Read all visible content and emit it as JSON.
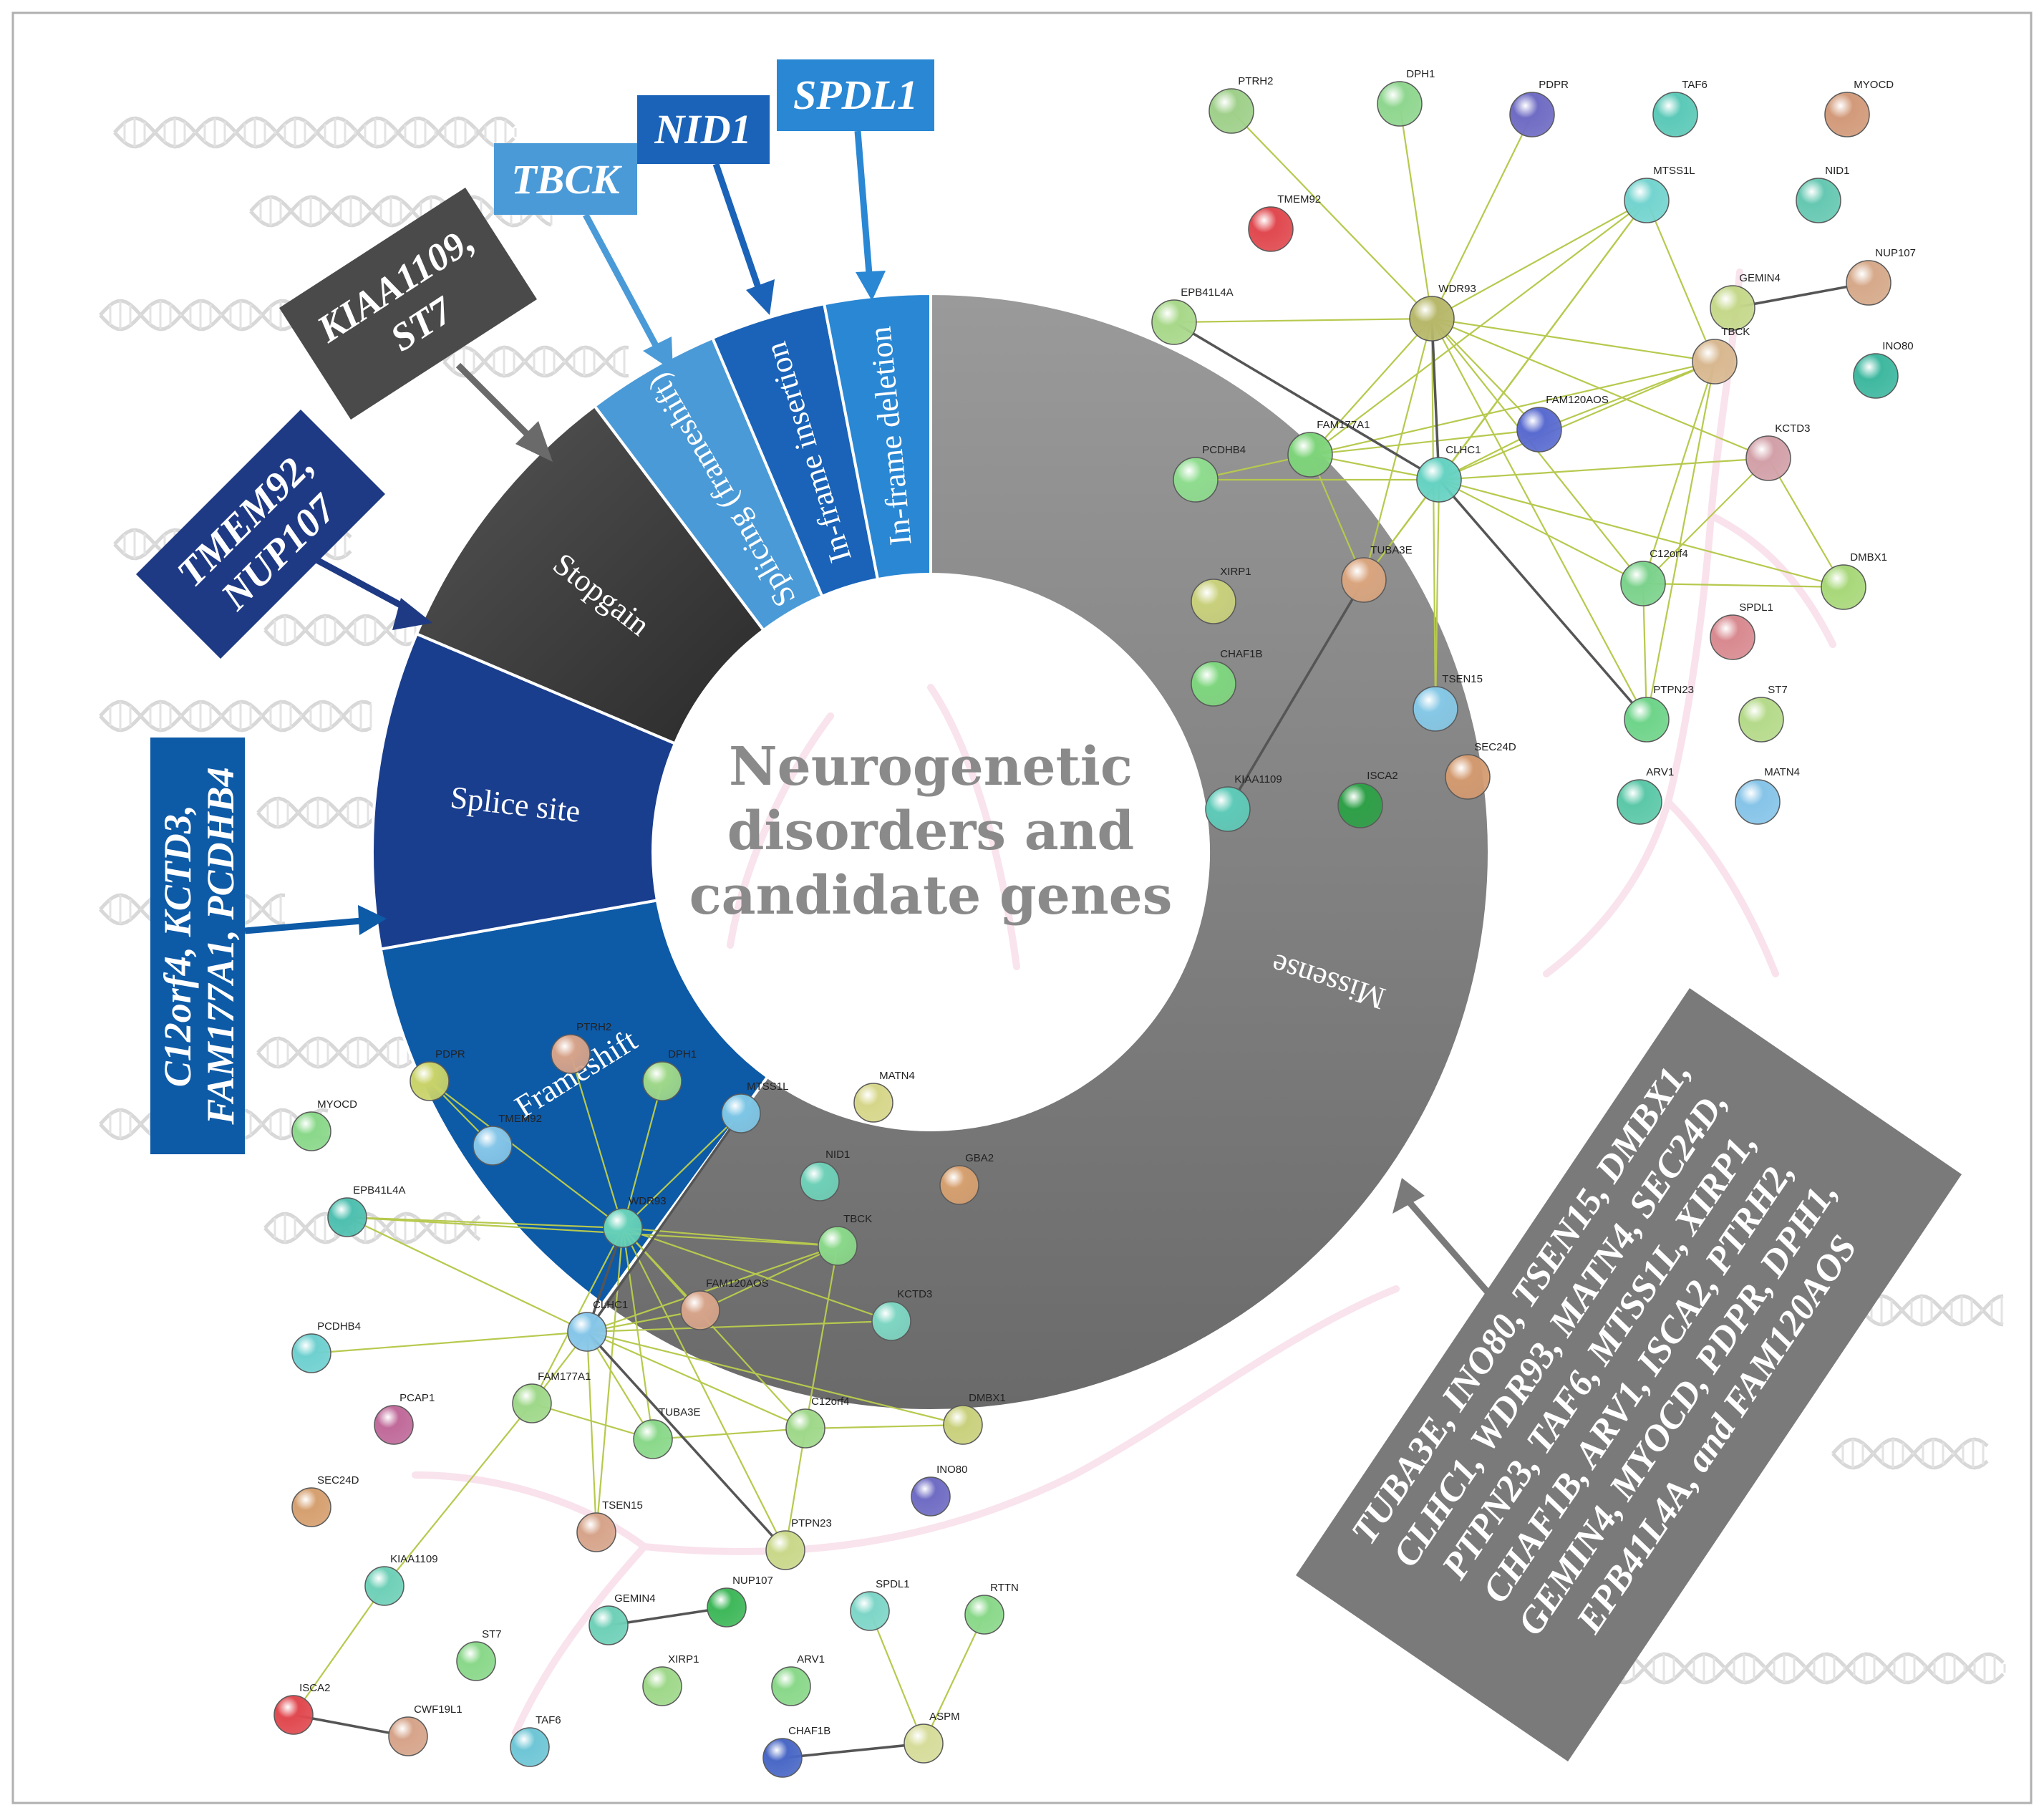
{
  "diagram": {
    "center_title": [
      "Neurogenetic",
      "disorders and",
      "candidate genes"
    ],
    "segments": [
      {
        "id": "missense",
        "label": "Missense",
        "color": "#7f7f7f"
      },
      {
        "id": "frameshift",
        "label": "Frameshift",
        "color": "#0d5aa7"
      },
      {
        "id": "splice-site",
        "label": "Splice site",
        "color": "#1a3e8e"
      },
      {
        "id": "stopgain",
        "label": "Stopgain",
        "color": "#3a3a3a"
      },
      {
        "id": "splicing",
        "label": "Splicing (frameshift)",
        "color": "#4a9ad8"
      },
      {
        "id": "inframe-insertion",
        "label": "In-frame insertion",
        "color": "#1a63b8"
      },
      {
        "id": "inframe-deletion",
        "label": "In-frame deletion",
        "color": "#2a87d4"
      }
    ],
    "callouts": [
      {
        "id": "spdl1",
        "lines": [
          "SPDL1"
        ],
        "color": "#2a87d4"
      },
      {
        "id": "nid1",
        "lines": [
          "NID1"
        ],
        "color": "#1a63b8"
      },
      {
        "id": "tbck",
        "lines": [
          "TBCK"
        ],
        "color": "#4a9ad8"
      },
      {
        "id": "kiaa1109",
        "lines": [
          "KIAA1109,",
          "ST7"
        ],
        "color": "#4a4a4a"
      },
      {
        "id": "tmem92",
        "lines": [
          "TMEM92,",
          "NUP107"
        ],
        "color": "#1f3a84"
      },
      {
        "id": "c12orf4",
        "lines": [
          "C12orf4, KCTD3,",
          "FAM177A1, PCDHB4"
        ],
        "color": "#0d5aa7"
      },
      {
        "id": "missense-genes",
        "lines": [
          "TUBA3E, INO80, TSEN15, DMBX1,",
          "CLHC1, WDR93, MATN4, SEC24D,",
          "PTPN23, TAF6, MTSS1L, XIRP1,",
          "CHAF1B, ARV1, ISCA2, PTRH2,",
          "GEMIN4, MYOCD, PDPR, DPH1,",
          "EPB41L4A, and FAM120AOS"
        ],
        "color": "#7a7a7a"
      }
    ]
  },
  "network_top": {
    "nodes": [
      {
        "id": "PTRH2",
        "label": "PTRH2",
        "color": "#9fd08a"
      },
      {
        "id": "DPH1",
        "label": "DPH1",
        "color": "#8fd68f"
      },
      {
        "id": "PDPR",
        "label": "PDPR",
        "color": "#6f6cc4"
      },
      {
        "id": "TAF6",
        "label": "TAF6",
        "color": "#5cc9b8"
      },
      {
        "id": "MYOCD",
        "label": "MYOCD",
        "color": "#d29a7a"
      },
      {
        "id": "TMEM92",
        "label": "TMEM92",
        "color": "#e0494f"
      },
      {
        "id": "MTSS1L",
        "label": "MTSS1L",
        "color": "#74d4cf"
      },
      {
        "id": "NID1",
        "label": "NID1",
        "color": "#66c8b2"
      },
      {
        "id": "EPB41L4A",
        "label": "EPB41L4A",
        "color": "#a8d88a"
      },
      {
        "id": "WDR93",
        "label": "WDR93",
        "color": "#b7b86a"
      },
      {
        "id": "GEMIN4",
        "label": "GEMIN4",
        "color": "#c5d88a"
      },
      {
        "id": "NUP107",
        "label": "NUP107",
        "color": "#d6a98a"
      },
      {
        "id": "TBCK",
        "label": "TBCK",
        "color": "#d8b890"
      },
      {
        "id": "INO80",
        "label": "INO80",
        "color": "#3fb8a0"
      },
      {
        "id": "FAM120AOS",
        "label": "FAM120AOS",
        "color": "#5a6bd0"
      },
      {
        "id": "FAM177A1",
        "label": "FAM177A1",
        "color": "#7ed47a"
      },
      {
        "id": "PCDHB4",
        "label": "PCDHB4",
        "color": "#8fdc8f"
      },
      {
        "id": "CLHC1",
        "label": "CLHC1",
        "color": "#66d2c2"
      },
      {
        "id": "KCTD3",
        "label": "KCTD3",
        "color": "#d2a0a8"
      },
      {
        "id": "TUBA3E",
        "label": "TUBA3E",
        "color": "#d9a57f"
      },
      {
        "id": "XIRP1",
        "label": "XIRP1",
        "color": "#c9d07c"
      },
      {
        "id": "C12orf4",
        "label": "C12orf4",
        "color": "#7cd28c"
      },
      {
        "id": "DMBX1",
        "label": "DMBX1",
        "color": "#a8d87a"
      },
      {
        "id": "CHAF1B",
        "label": "CHAF1B",
        "color": "#7fd67f"
      },
      {
        "id": "SPDL1",
        "label": "SPDL1",
        "color": "#d88a90"
      },
      {
        "id": "TSEN15",
        "label": "TSEN15",
        "color": "#86c8e6"
      },
      {
        "id": "SEC24D",
        "label": "SEC24D",
        "color": "#d39a70"
      },
      {
        "id": "PTPN23",
        "label": "PTPN23",
        "color": "#6fd48a"
      },
      {
        "id": "ST7",
        "label": "ST7",
        "color": "#b5da8a"
      },
      {
        "id": "KIAA1109",
        "label": "KIAA1109",
        "color": "#5fcab8"
      },
      {
        "id": "ISCA2",
        "label": "ISCA2",
        "color": "#2fa048"
      },
      {
        "id": "ARV1",
        "label": "ARV1",
        "color": "#5cc8a8"
      },
      {
        "id": "MATN4",
        "label": "MATN4",
        "color": "#86c4e8"
      }
    ],
    "edges": [
      [
        "WDR93",
        "PTRH2"
      ],
      [
        "WDR93",
        "DPH1"
      ],
      [
        "WDR93",
        "PDPR"
      ],
      [
        "WDR93",
        "MTSS1L"
      ],
      [
        "WDR93",
        "EPB41L4A"
      ],
      [
        "WDR93",
        "FAM177A1"
      ],
      [
        "WDR93",
        "CLHC1"
      ],
      [
        "WDR93",
        "TBCK"
      ],
      [
        "WDR93",
        "FAM120AOS"
      ],
      [
        "WDR93",
        "KCTD3"
      ],
      [
        "WDR93",
        "C12orf4"
      ],
      [
        "WDR93",
        "PTPN23"
      ],
      [
        "WDR93",
        "TUBA3E"
      ],
      [
        "WDR93",
        "TSEN15"
      ],
      [
        "CLHC1",
        "EPB41L4A"
      ],
      [
        "CLHC1",
        "FAM177A1"
      ],
      [
        "CLHC1",
        "PCDHB4"
      ],
      [
        "CLHC1",
        "TBCK"
      ],
      [
        "CLHC1",
        "MTSS1L"
      ],
      [
        "CLHC1",
        "KCTD3"
      ],
      [
        "CLHC1",
        "C12orf4"
      ],
      [
        "CLHC1",
        "TUBA3E"
      ],
      [
        "CLHC1",
        "FAM120AOS"
      ],
      [
        "CLHC1",
        "TSEN15"
      ],
      [
        "CLHC1",
        "DMBX1"
      ],
      [
        "FAM177A1",
        "PCDHB4"
      ],
      [
        "FAM177A1",
        "TBCK"
      ],
      [
        "FAM177A1",
        "MTSS1L"
      ],
      [
        "FAM177A1",
        "FAM120AOS"
      ],
      [
        "FAM177A1",
        "TUBA3E"
      ],
      [
        "TBCK",
        "MTSS1L"
      ],
      [
        "TBCK",
        "C12orf4"
      ],
      [
        "TBCK",
        "FAM120AOS"
      ],
      [
        "C12orf4",
        "DMBX1"
      ],
      [
        "C12orf4",
        "KCTD3"
      ],
      [
        "C12orf4",
        "PTPN23"
      ],
      [
        "TUBA3E",
        "KIAA1109"
      ],
      [
        "MTSS1L",
        "TUBA3E"
      ],
      [
        "KCTD3",
        "DMBX1"
      ],
      [
        "PTPN23",
        "TBCK"
      ]
    ],
    "strong_edges": [
      [
        "GEMIN4",
        "NUP107"
      ],
      [
        "CLHC1",
        "PTPN23"
      ],
      [
        "EPB41L4A",
        "CLHC1"
      ],
      [
        "WDR93",
        "CLHC1"
      ],
      [
        "TUBA3E",
        "KIAA1109"
      ]
    ]
  },
  "network_bottom": {
    "nodes": [
      {
        "id": "PDPR",
        "label": "PDPR",
        "color": "#c9d36a"
      },
      {
        "id": "PTRH2",
        "label": "PTRH2",
        "color": "#d6a38a"
      },
      {
        "id": "DPH1",
        "label": "DPH1",
        "color": "#9fd88a"
      },
      {
        "id": "MTSS1L",
        "label": "MTSS1L",
        "color": "#7ec6e6"
      },
      {
        "id": "MATN4",
        "label": "MATN4",
        "color": "#d6d68a"
      },
      {
        "id": "MYOCD",
        "label": "MYOCD",
        "color": "#8ad88a"
      },
      {
        "id": "TMEM92",
        "label": "TMEM92",
        "color": "#86c6e8"
      },
      {
        "id": "NID1",
        "label": "NID1",
        "color": "#6fd0b8"
      },
      {
        "id": "GBA2",
        "label": "GBA2",
        "color": "#d6a070"
      },
      {
        "id": "EPB41L4A",
        "label": "EPB41L4A",
        "color": "#4fc0b0"
      },
      {
        "id": "WDR93",
        "label": "WDR93",
        "color": "#66d0b8"
      },
      {
        "id": "TBCK",
        "label": "TBCK",
        "color": "#8ad88a"
      },
      {
        "id": "FAM120AOS",
        "label": "FAM120AOS",
        "color": "#d6a48a"
      },
      {
        "id": "KCTD3",
        "label": "KCTD3",
        "color": "#7ed6c2"
      },
      {
        "id": "CLHC1",
        "label": "CLHC1",
        "color": "#86c6e8"
      },
      {
        "id": "PCDHB4",
        "label": "PCDHB4",
        "color": "#6fd0d0"
      },
      {
        "id": "PCAP1",
        "label": "PCAP1",
        "color": "#c06a9a"
      },
      {
        "id": "FAM177A1",
        "label": "FAM177A1",
        "color": "#9fd88a"
      },
      {
        "id": "TUBA3E",
        "label": "TUBA3E",
        "color": "#8ad88a"
      },
      {
        "id": "C12orf4",
        "label": "C12orf4",
        "color": "#9fd88a"
      },
      {
        "id": "DMBX1",
        "label": "DMBX1",
        "color": "#c9d07c"
      },
      {
        "id": "INO80",
        "label": "INO80",
        "color": "#6f6cc4"
      },
      {
        "id": "SEC24D",
        "label": "SEC24D",
        "color": "#d6a070"
      },
      {
        "id": "TSEN15",
        "label": "TSEN15",
        "color": "#d6a48a"
      },
      {
        "id": "PTPN23",
        "label": "PTPN23",
        "color": "#c9d88a"
      },
      {
        "id": "KIAA1109",
        "label": "KIAA1109",
        "color": "#6fd0b8"
      },
      {
        "id": "GEMIN4",
        "label": "GEMIN4",
        "color": "#6fd0b8"
      },
      {
        "id": "NUP107",
        "label": "NUP107",
        "color": "#3fb85a"
      },
      {
        "id": "SPDL1",
        "label": "SPDL1",
        "color": "#7ed6c8"
      },
      {
        "id": "RTTN",
        "label": "RTTN",
        "color": "#8ad88a"
      },
      {
        "id": "ST7",
        "label": "ST7",
        "color": "#8ad88a"
      },
      {
        "id": "XIRP1",
        "label": "XIRP1",
        "color": "#9fd88a"
      },
      {
        "id": "ARV1",
        "label": "ARV1",
        "color": "#8ad88a"
      },
      {
        "id": "ISCA2",
        "label": "ISCA2",
        "color": "#e0494f"
      },
      {
        "id": "CWF19L1",
        "label": "CWF19L1",
        "color": "#d6a48a"
      },
      {
        "id": "TAF6",
        "label": "TAF6",
        "color": "#6fc6d6"
      },
      {
        "id": "ASPM",
        "label": "ASPM",
        "color": "#d6dc9a"
      },
      {
        "id": "CHAF1B",
        "label": "CHAF1B",
        "color": "#4a68c6"
      }
    ],
    "edges": [
      [
        "PDPR",
        "TMEM92"
      ],
      [
        "PDPR",
        "WDR93"
      ],
      [
        "PTRH2",
        "WDR93"
      ],
      [
        "DPH1",
        "WDR93"
      ],
      [
        "MTSS1L",
        "WDR93"
      ],
      [
        "EPB41L4A",
        "WDR93"
      ],
      [
        "EPB41L4A",
        "TBCK"
      ],
      [
        "EPB41L4A",
        "CLHC1"
      ],
      [
        "WDR93",
        "CLHC1"
      ],
      [
        "WDR93",
        "TBCK"
      ],
      [
        "WDR93",
        "FAM120AOS"
      ],
      [
        "WDR93",
        "KCTD3"
      ],
      [
        "WDR93",
        "FAM177A1"
      ],
      [
        "WDR93",
        "TUBA3E"
      ],
      [
        "WDR93",
        "C12orf4"
      ],
      [
        "WDR93",
        "PTPN23"
      ],
      [
        "WDR93",
        "TSEN15"
      ],
      [
        "CLHC1",
        "PCDHB4"
      ],
      [
        "CLHC1",
        "TBCK"
      ],
      [
        "CLHC1",
        "FAM120AOS"
      ],
      [
        "CLHC1",
        "KCTD3"
      ],
      [
        "CLHC1",
        "FAM177A1"
      ],
      [
        "CLHC1",
        "TUBA3E"
      ],
      [
        "CLHC1",
        "C12orf4"
      ],
      [
        "CLHC1",
        "DMBX1"
      ],
      [
        "CLHC1",
        "TSEN15"
      ],
      [
        "CLHC1",
        "MTSS1L"
      ],
      [
        "TBCK",
        "C12orf4"
      ],
      [
        "TBCK",
        "FAM120AOS"
      ],
      [
        "FAM177A1",
        "TUBA3E"
      ],
      [
        "FAM177A1",
        "KIAA1109"
      ],
      [
        "TUBA3E",
        "C12orf4"
      ],
      [
        "C12orf4",
        "DMBX1"
      ],
      [
        "C12orf4",
        "PTPN23"
      ],
      [
        "KIAA1109",
        "ISCA2"
      ],
      [
        "SPDL1",
        "ASPM"
      ],
      [
        "RTTN",
        "ASPM"
      ]
    ],
    "strong_edges": [
      [
        "CLHC1",
        "PTPN23"
      ],
      [
        "GEMIN4",
        "NUP107"
      ],
      [
        "ISCA2",
        "CWF19L1"
      ],
      [
        "ASPM",
        "CHAF1B"
      ],
      [
        "WDR93",
        "CLHC1"
      ],
      [
        "MTSS1L",
        "CLHC1"
      ]
    ]
  }
}
